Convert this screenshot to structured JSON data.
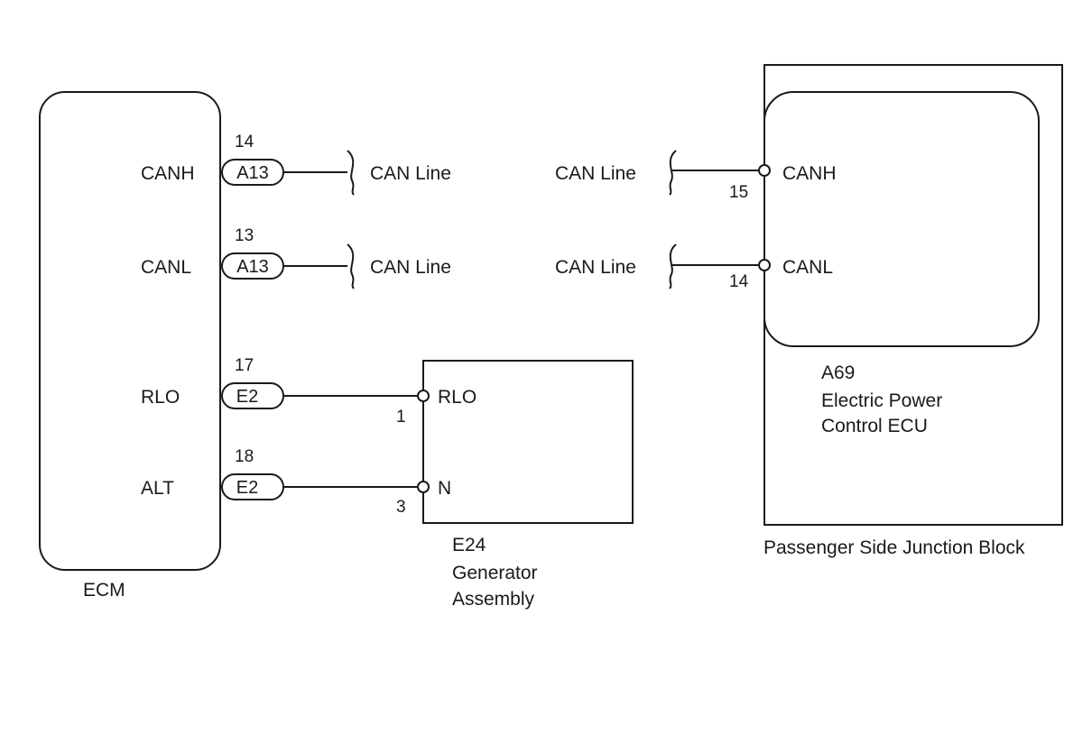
{
  "ecm": {
    "name": "ECM",
    "signals": [
      "CANH",
      "CANL",
      "RLO",
      "ALT"
    ],
    "pins": [
      "14",
      "13",
      "17",
      "18"
    ],
    "connectors": [
      "A13",
      "A13",
      "E2",
      "E2"
    ]
  },
  "can_line_label": "CAN Line",
  "generator": {
    "code": "E24",
    "name_line1": "Generator",
    "name_line2": "Assembly",
    "terminals": [
      "RLO",
      "N"
    ],
    "pins": [
      "1",
      "3"
    ]
  },
  "junction_block": {
    "name": "Passenger Side Junction Block",
    "ecu_code": "A69",
    "ecu_name_line1": "Electric Power",
    "ecu_name_line2": "Control ECU",
    "terminals": [
      "CANH",
      "CANL"
    ],
    "pins": [
      "15",
      "14"
    ]
  }
}
